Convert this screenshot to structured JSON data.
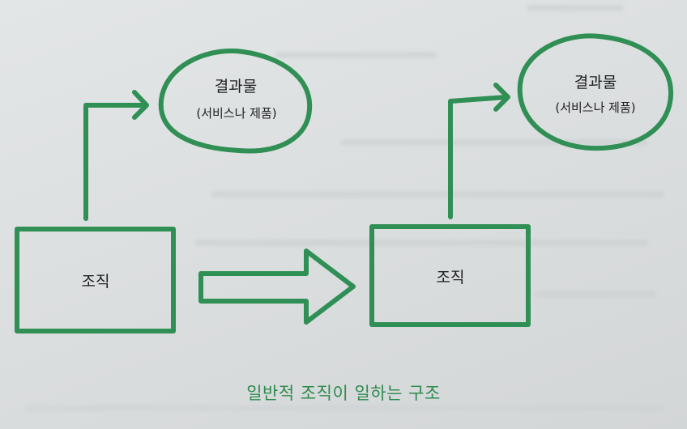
{
  "diagram": {
    "left": {
      "org_label": "조직",
      "result_title": "결과물",
      "result_subtitle": "(서비스나 제품)"
    },
    "right": {
      "org_label": "조직",
      "result_title": "결과물",
      "result_subtitle": "(서비스나 제품)"
    },
    "caption": "일반적 조직이 일하는 구조",
    "colors": {
      "stroke": "#2f8f55",
      "text": "#1e1e1e",
      "caption": "#2e8a4d",
      "background": "#dfe2e2"
    }
  }
}
